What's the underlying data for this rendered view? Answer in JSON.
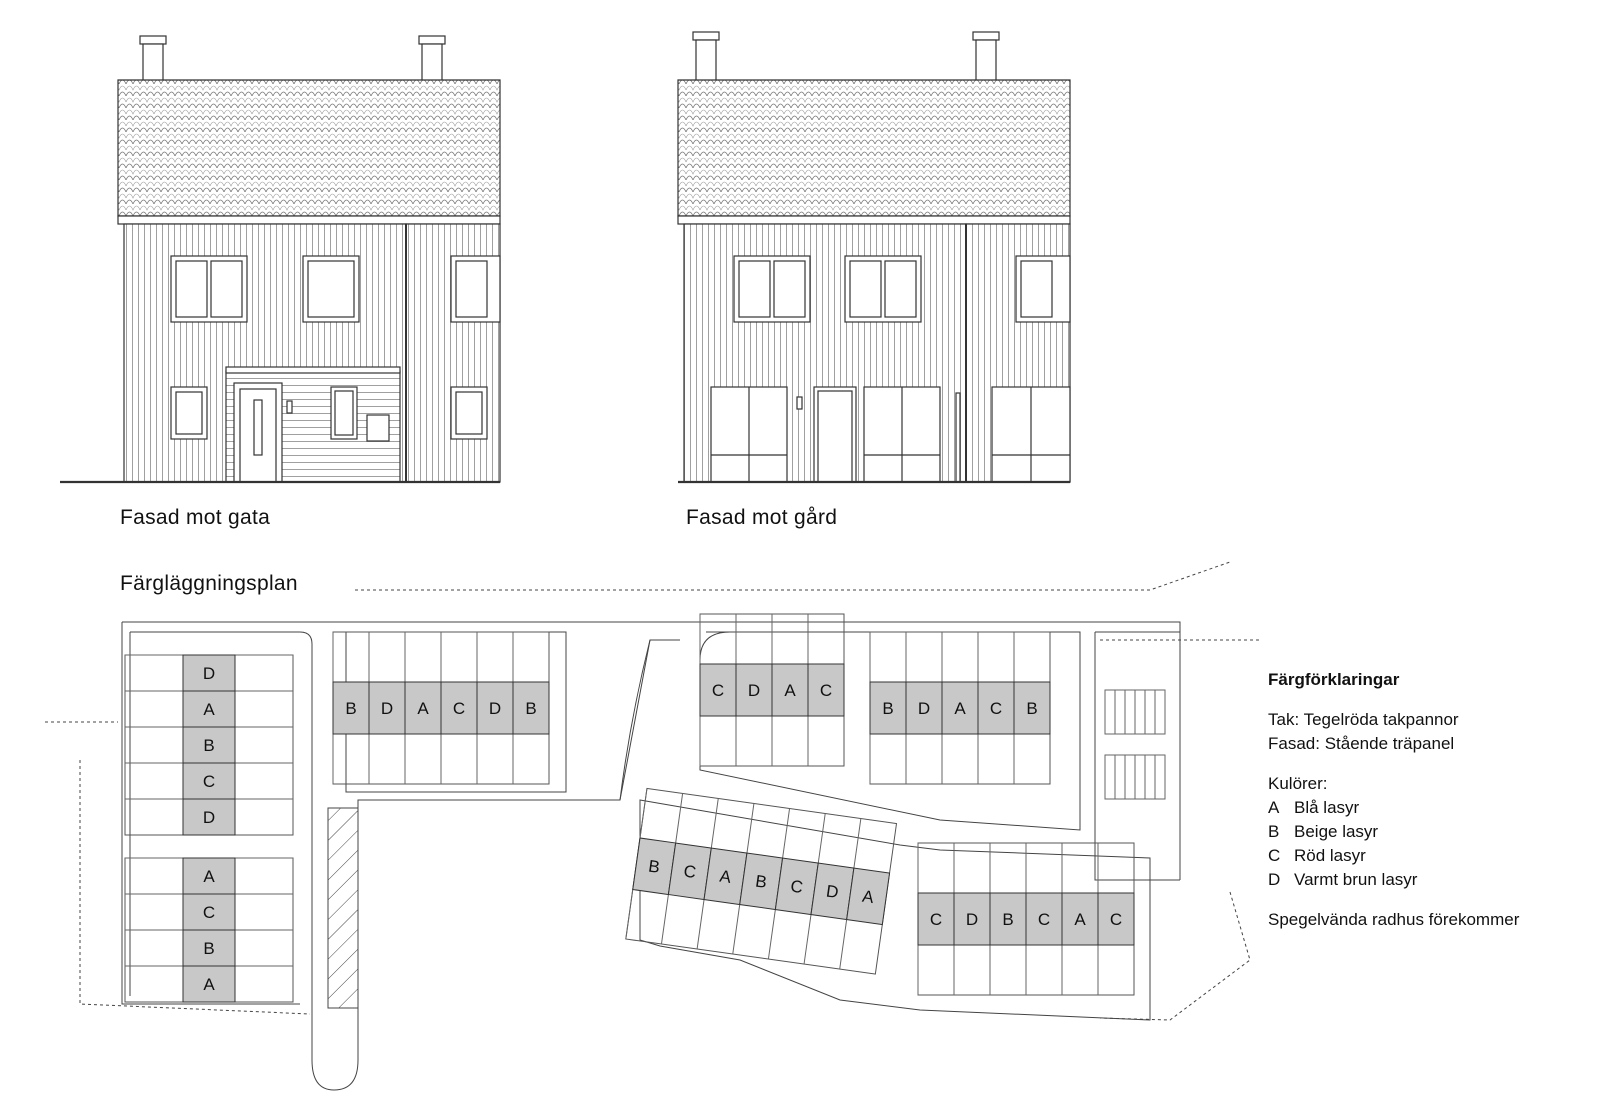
{
  "elevations": {
    "street_label": "Fasad mot gata",
    "yard_label": "Fasad mot gård"
  },
  "plan": {
    "title": "Färgläggningsplan",
    "rows": [
      {
        "id": "west",
        "codes": [
          "D",
          "A",
          "B",
          "C",
          "D"
        ]
      },
      {
        "id": "west2",
        "codes": [
          "A",
          "C",
          "B",
          "A"
        ]
      },
      {
        "id": "north1",
        "codes": [
          "B",
          "D",
          "A",
          "C",
          "D",
          "B"
        ]
      },
      {
        "id": "north2",
        "codes": [
          "C",
          "D",
          "A",
          "C"
        ]
      },
      {
        "id": "north3",
        "codes": [
          "B",
          "D",
          "A",
          "C",
          "B"
        ]
      },
      {
        "id": "south1",
        "codes": [
          "B",
          "C",
          "A",
          "B",
          "C",
          "D",
          "A"
        ]
      },
      {
        "id": "south2",
        "codes": [
          "C",
          "D",
          "B",
          "C",
          "A",
          "C"
        ]
      }
    ]
  },
  "legend": {
    "title": "Färgförklaringar",
    "roof": "Tak: Tegelröda takpannor",
    "facade": "Fasad: Stående träpanel",
    "colors_title": "Kulörer:",
    "items": [
      {
        "code": "A",
        "name": "Blå lasyr"
      },
      {
        "code": "B",
        "name": "Beige lasyr"
      },
      {
        "code": "C",
        "name": "Röd lasyr"
      },
      {
        "code": "D",
        "name": "Varmt brun lasyr"
      }
    ],
    "note": "Spegelvända radhus förekommer"
  },
  "colors": {
    "line": "#333333",
    "fill_grey": "#c8c8c8"
  }
}
